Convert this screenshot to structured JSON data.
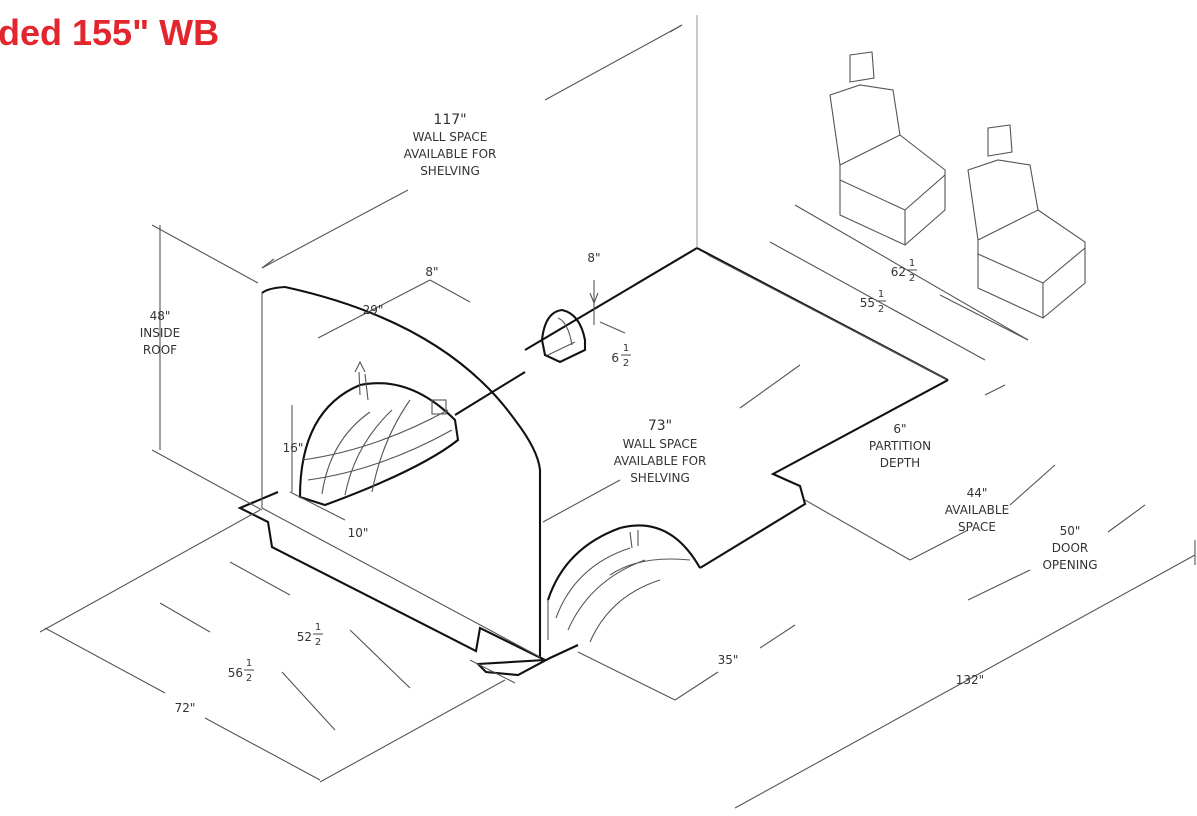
{
  "title": "ded 155\" WB",
  "colors": {
    "title": "#e3262e",
    "lines": "#333333"
  },
  "labels": {
    "wall_117": [
      "117\"",
      "WALL SPACE",
      "AVAILABLE FOR",
      "SHELVING"
    ],
    "wall_73": [
      "73\"",
      "WALL SPACE",
      "AVAILABLE FOR",
      "SHELVING"
    ],
    "roof_48": [
      "48\"",
      "INSIDE",
      "ROOF"
    ],
    "partition_6": [
      "6\"",
      "PARTITION",
      "DEPTH"
    ],
    "space_44": [
      "44\"",
      "AVAILABLE",
      "SPACE"
    ],
    "door_50": [
      "50\"",
      "DOOR",
      "OPENING"
    ],
    "d29": "29\"",
    "d8a": "8\"",
    "d8b": "8\"",
    "d16": "16\"",
    "d10": "10\"",
    "d35": "35\"",
    "d132": "132\"",
    "d72": "72\"",
    "d62": {
      "whole": "62",
      "num": "1",
      "den": "2"
    },
    "d55": {
      "whole": "55",
      "num": "1",
      "den": "2"
    },
    "d6": {
      "whole": "6",
      "num": "1",
      "den": "2"
    },
    "d52": {
      "whole": "52",
      "num": "1",
      "den": "2"
    },
    "d56": {
      "whole": "56",
      "num": "1",
      "den": "2"
    }
  }
}
